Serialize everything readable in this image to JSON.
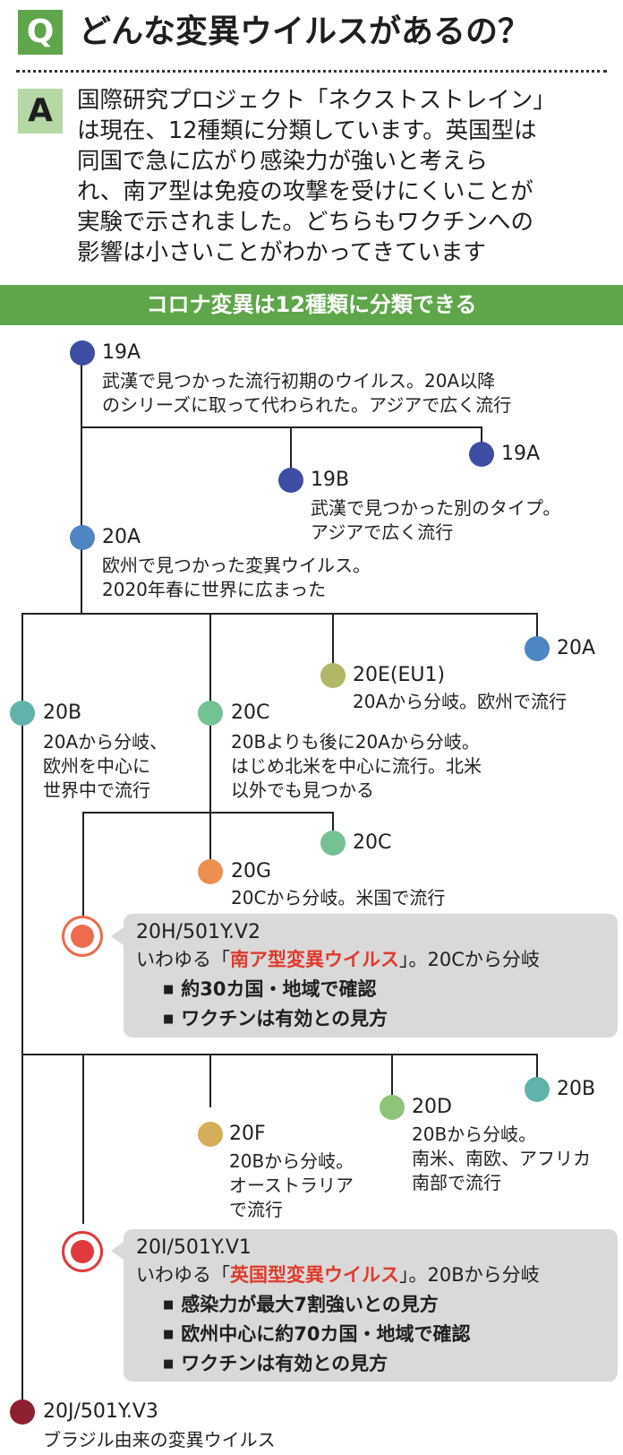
{
  "header": {
    "q_badge": "Q",
    "title": "どんな変異ウイルスがあるの？"
  },
  "answer": {
    "a_badge": "A",
    "lines": [
      "国際研究プロジェクト「ネクストストレイン」",
      "は現在、12種類に分類しています。英国型は",
      "同国で急に広がり感染力が強いと考えら",
      "れ、南ア型は免疫の攻撃を受けにくいことが",
      "実験で示されました。どちらもワクチンへの",
      "影響は小さいことがわかってきています"
    ]
  },
  "banner": "コロナ変異は12種類に分類できる",
  "colors": {
    "green": "#5fa64a",
    "light_green": "#b5d8a4",
    "navy": "#3c4da3",
    "blue": "#4d86c3",
    "olive": "#b1b765",
    "teal": "#5fb3aa",
    "mint": "#73c294",
    "orange": "#ec8f4f",
    "gold": "#d6ad58",
    "leaf": "#8dc47a",
    "red": "#e03a2c",
    "dark_red": "#8c2030",
    "card_gray": "#d9d9d9"
  },
  "nodes": {
    "n19a": {
      "label": "19A",
      "desc": [
        "武漢で見つかった流行初期のウイルス。20A以降",
        "のシリーズに取って代わられた。アジアで広く流行"
      ]
    },
    "n19a_branch": {
      "label": "19A"
    },
    "n19b": {
      "label": "19B",
      "desc": [
        "武漢で見つかった別のタイプ。",
        "アジアで広く流行"
      ]
    },
    "n20a": {
      "label": "20A",
      "desc": [
        "欧州で見つかった変異ウイルス。",
        "2020年春に世界に広まった"
      ]
    },
    "n20a_branch": {
      "label": "20A"
    },
    "n20e": {
      "label": "20E(EU1)",
      "desc": [
        "20Aから分岐。欧州で流行"
      ]
    },
    "n20b": {
      "label": "20B",
      "desc": [
        "20Aから分岐、",
        "欧州を中心に",
        "世界中で流行"
      ]
    },
    "n20c": {
      "label": "20C",
      "desc": [
        "20Bよりも後に20Aから分岐。",
        "はじめ北米を中心に流行。北米",
        "以外でも見つかる"
      ]
    },
    "n20c_branch": {
      "label": "20C"
    },
    "n20g": {
      "label": "20G",
      "desc": [
        "20Cから分岐。米国で流行"
      ]
    },
    "n20h": {
      "label": "20H/501Y.V2",
      "pre": "いわゆる「",
      "highlight": "南ア型変異ウイルス",
      "post": "」。20Cから分岐",
      "bullets": [
        "約30カ国・地域で確認",
        "ワクチンは有効との見方"
      ]
    },
    "n20b_branch": {
      "label": "20B"
    },
    "n20d": {
      "label": "20D",
      "desc": [
        "20Bから分岐。",
        "南米、南欧、アフリカ",
        "南部で流行"
      ]
    },
    "n20f": {
      "label": "20F",
      "desc": [
        "20Bから分岐。",
        "オーストラリア",
        "で流行"
      ]
    },
    "n20i": {
      "label": "20I/501Y.V1",
      "pre": "いわゆる「",
      "highlight": "英国型変異ウイルス",
      "post": "」。20Bから分岐",
      "bullets": [
        "感染力が最大7割強いとの見方",
        "欧州中心に約70カ国・地域で確認",
        "ワクチンは有効との見方"
      ]
    },
    "n20j": {
      "label": "20J/501Y.V3",
      "desc": [
        "ブラジル由来の変異ウイルス"
      ]
    }
  }
}
